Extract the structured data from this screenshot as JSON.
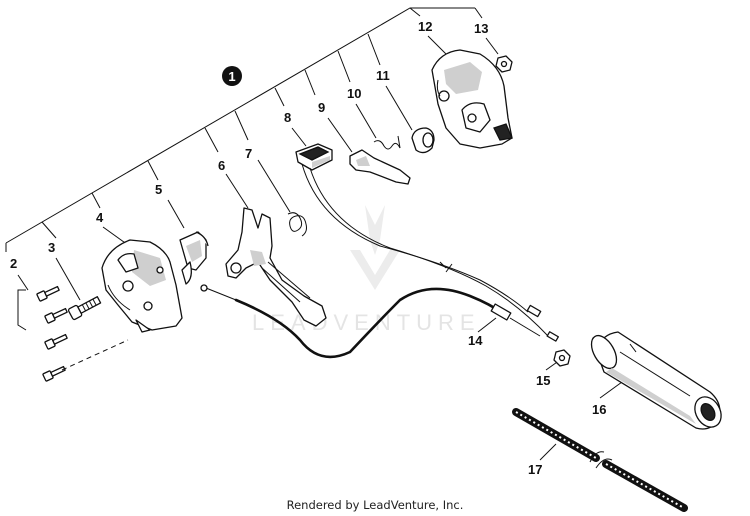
{
  "watermark": "LEADVENTURE",
  "footer": "Rendered by LeadVenture, Inc.",
  "assembly_callout": "1",
  "callouts": {
    "c2": "2",
    "c3": "3",
    "c4": "4",
    "c5": "5",
    "c6": "6",
    "c7": "7",
    "c8": "8",
    "c9": "9",
    "c10": "10",
    "c11": "11",
    "c12": "12",
    "c13": "13",
    "c14": "14",
    "c15": "15",
    "c16": "16",
    "c17": "17"
  }
}
